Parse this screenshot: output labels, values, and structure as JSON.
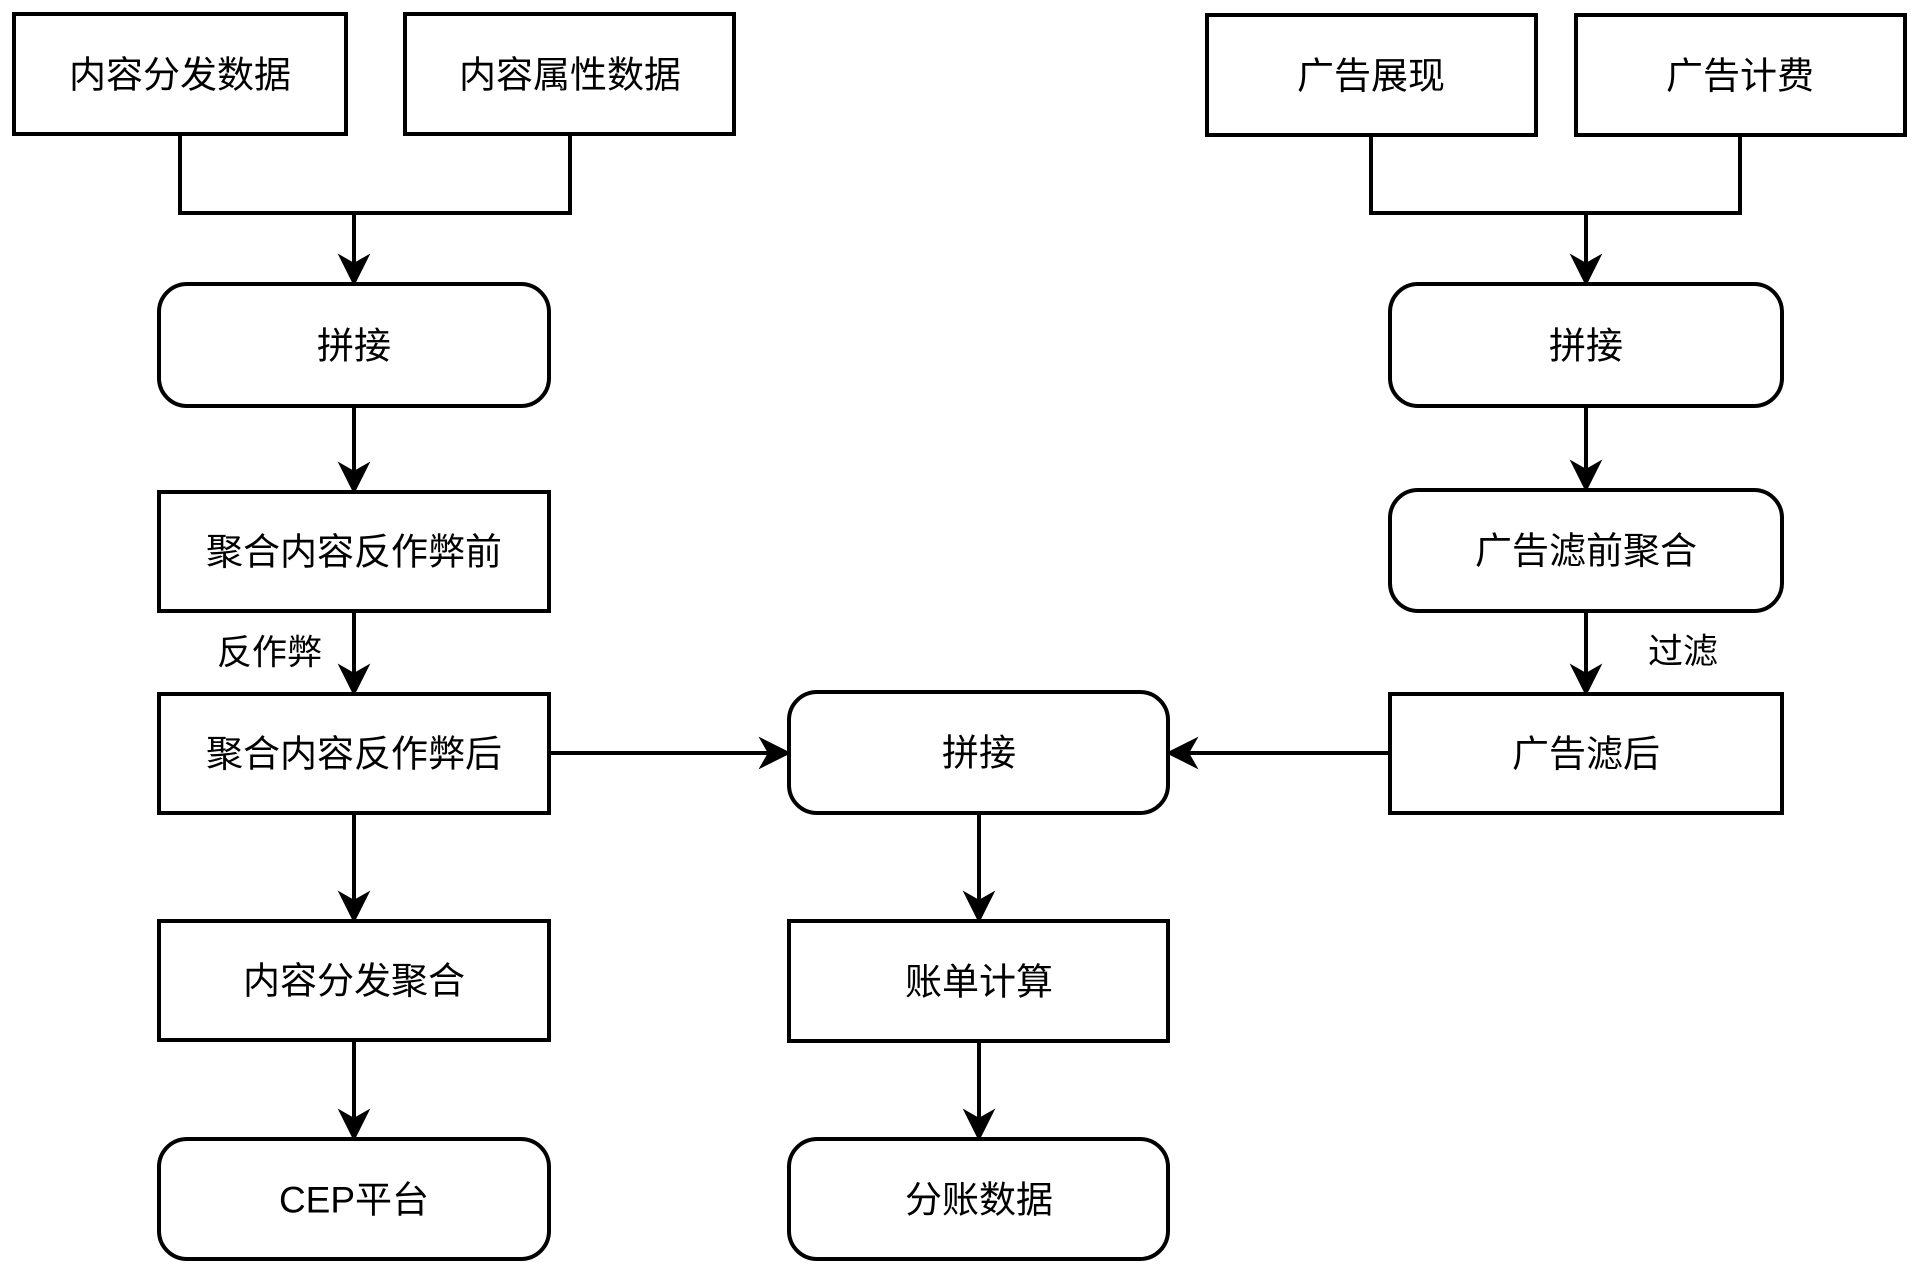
{
  "diagram": {
    "background_color": "#ffffff",
    "stroke_color": "#000000",
    "text_color": "#000000",
    "nodes": [
      {
        "id": "content-dist-data",
        "label": "内容分发数据",
        "shape": "rect"
      },
      {
        "id": "content-attr-data",
        "label": "内容属性数据",
        "shape": "rect"
      },
      {
        "id": "join-left",
        "label": "拼接",
        "shape": "rounded"
      },
      {
        "id": "agg-pre-anticheat",
        "label": "聚合内容反作弊前",
        "shape": "rect"
      },
      {
        "id": "agg-post-anticheat",
        "label": "聚合内容反作弊后",
        "shape": "rect"
      },
      {
        "id": "content-dist-agg",
        "label": "内容分发聚合",
        "shape": "rect"
      },
      {
        "id": "cep-platform",
        "label": "CEP平台",
        "shape": "rounded"
      },
      {
        "id": "ad-impression",
        "label": "广告展现",
        "shape": "rect"
      },
      {
        "id": "ad-billing",
        "label": "广告计费",
        "shape": "rect"
      },
      {
        "id": "join-right",
        "label": "拼接",
        "shape": "rounded"
      },
      {
        "id": "ad-prefilter-agg",
        "label": "广告滤前聚合",
        "shape": "rounded"
      },
      {
        "id": "ad-postfilter",
        "label": "广告滤后",
        "shape": "rect"
      },
      {
        "id": "join-middle",
        "label": "拼接",
        "shape": "rounded"
      },
      {
        "id": "bill-calculation",
        "label": "账单计算",
        "shape": "rect"
      },
      {
        "id": "split-account-data",
        "label": "分账数据",
        "shape": "rounded"
      }
    ],
    "edge_labels": {
      "anti_cheat": "反作弊",
      "filter": "过滤"
    },
    "edges": [
      {
        "from": "content-dist-data",
        "to": "join-left"
      },
      {
        "from": "content-attr-data",
        "to": "join-left"
      },
      {
        "from": "join-left",
        "to": "agg-pre-anticheat"
      },
      {
        "from": "agg-pre-anticheat",
        "to": "agg-post-anticheat",
        "label": "反作弊"
      },
      {
        "from": "agg-post-anticheat",
        "to": "content-dist-agg"
      },
      {
        "from": "content-dist-agg",
        "to": "cep-platform"
      },
      {
        "from": "agg-post-anticheat",
        "to": "join-middle"
      },
      {
        "from": "ad-impression",
        "to": "join-right"
      },
      {
        "from": "ad-billing",
        "to": "join-right"
      },
      {
        "from": "join-right",
        "to": "ad-prefilter-agg"
      },
      {
        "from": "ad-prefilter-agg",
        "to": "ad-postfilter",
        "label": "过滤"
      },
      {
        "from": "ad-postfilter",
        "to": "join-middle"
      },
      {
        "from": "join-middle",
        "to": "bill-calculation"
      },
      {
        "from": "bill-calculation",
        "to": "split-account-data"
      }
    ]
  }
}
